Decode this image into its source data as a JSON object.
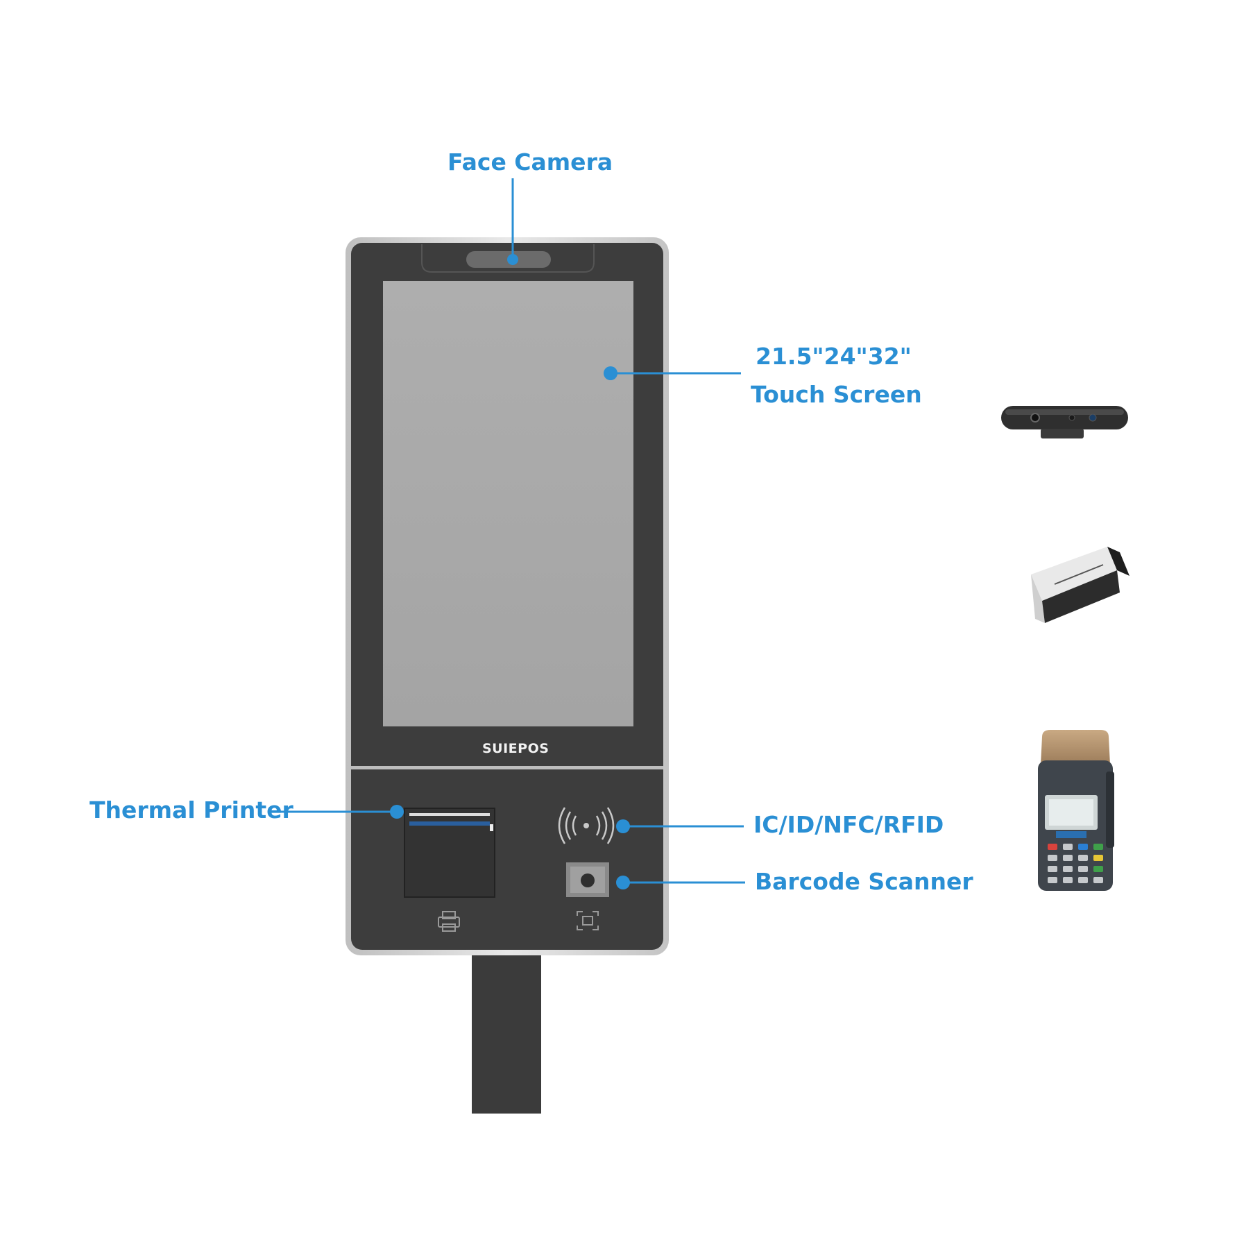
{
  "colors": {
    "accent": "#2a8fd4",
    "bezel": "#3d3d3d",
    "frame": "#d6d6d6",
    "screen": "#a8a8a8",
    "background": "#ffffff"
  },
  "device": {
    "brand": "SUIEPOS"
  },
  "callouts": {
    "face_camera": "Face Camera",
    "screen_size": "21.5\"24\"32\"",
    "touch_screen": "Touch Screen",
    "thermal_printer": "Thermal Printer",
    "nfc": "IC/ID/NFC/RFID",
    "barcode_scanner": "Barcode Scanner"
  },
  "icons": {
    "printer": "printer-icon",
    "scan": "scan-icon",
    "nfc": "nfc-wave-icon"
  },
  "accessories": [
    {
      "icon": "camera-module-icon"
    },
    {
      "icon": "card-reader-icon"
    },
    {
      "icon": "pos-terminal-icon"
    }
  ]
}
